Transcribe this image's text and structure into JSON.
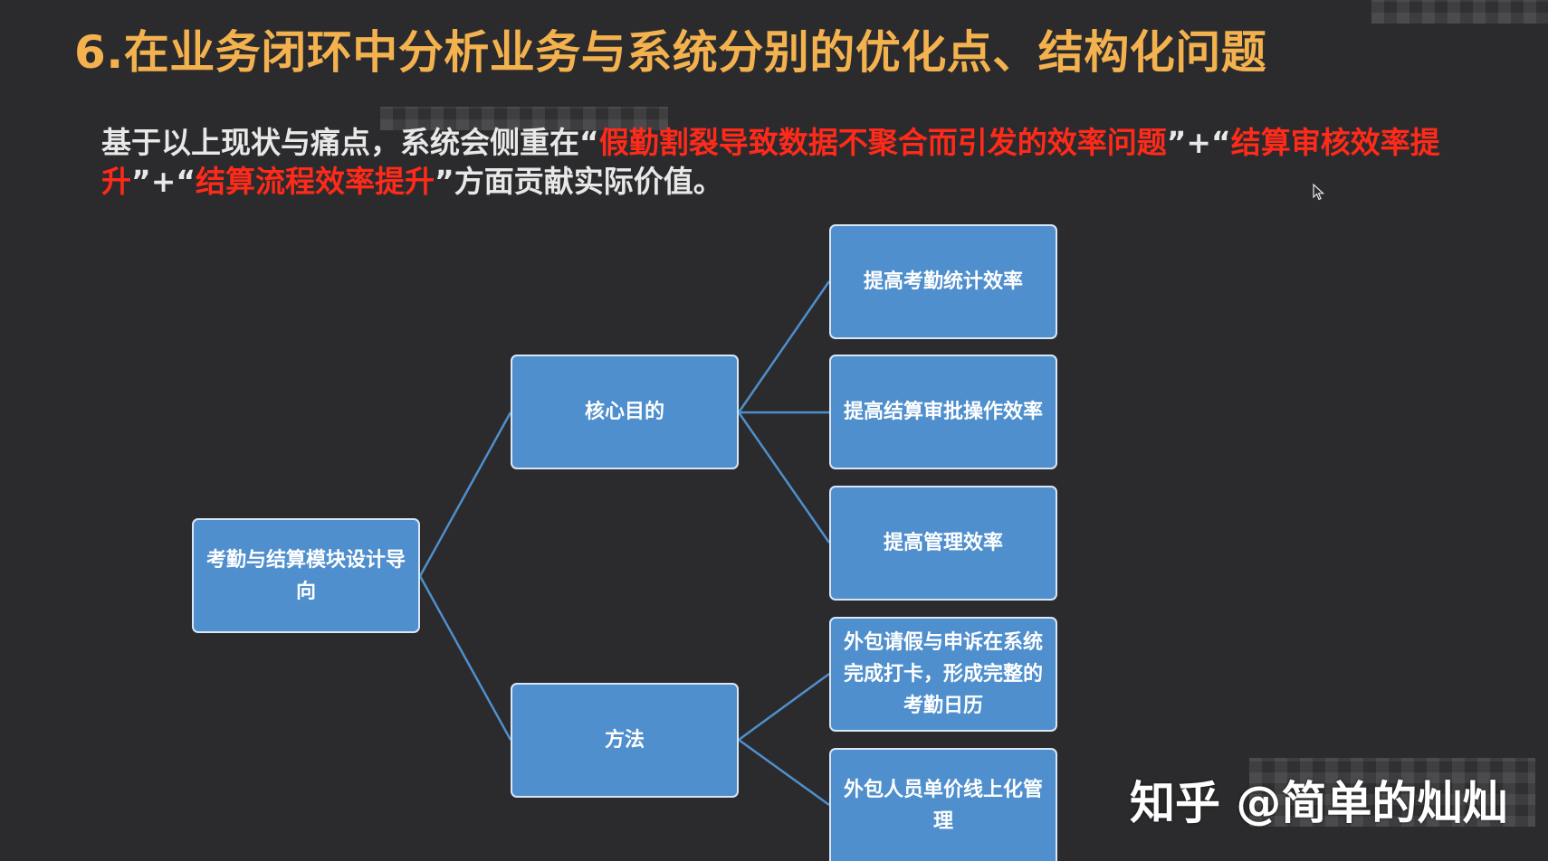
{
  "slide": {
    "title": "6.在业务闭环中分析业务与系统分别的优化点、结构化问题",
    "intro": {
      "part1": "基于以上现状与痛点，系统会侧重在“",
      "hl1": "假勤割裂导致数据不聚合而引发的效率问题",
      "part2": "”+“",
      "hl2": "结算审核效率提升",
      "part3": "”+“",
      "hl3": "结算流程效率提升",
      "part4": "”方面贡献实际价值。"
    }
  },
  "diagram": {
    "root": "考勤与结算模块设计导向",
    "core": "核心目的",
    "method": "方法",
    "goal1": "提高考勤统计效率",
    "goal2": "提高结算审批操作效率",
    "goal3": "提高管理效率",
    "method1": "外包请假与申诉在系统完成打卡，形成完整的考勤日历",
    "method2": "外包人员单价线上化管理"
  },
  "watermark": "知乎 @简单的灿灿",
  "colors": {
    "background": "#2b2b2d",
    "title": "#f4b24f",
    "highlight": "#ff2a1a",
    "node_fill": "#4f8fcd",
    "node_border": "#d9e6f5",
    "connector": "#4f8fcd"
  }
}
